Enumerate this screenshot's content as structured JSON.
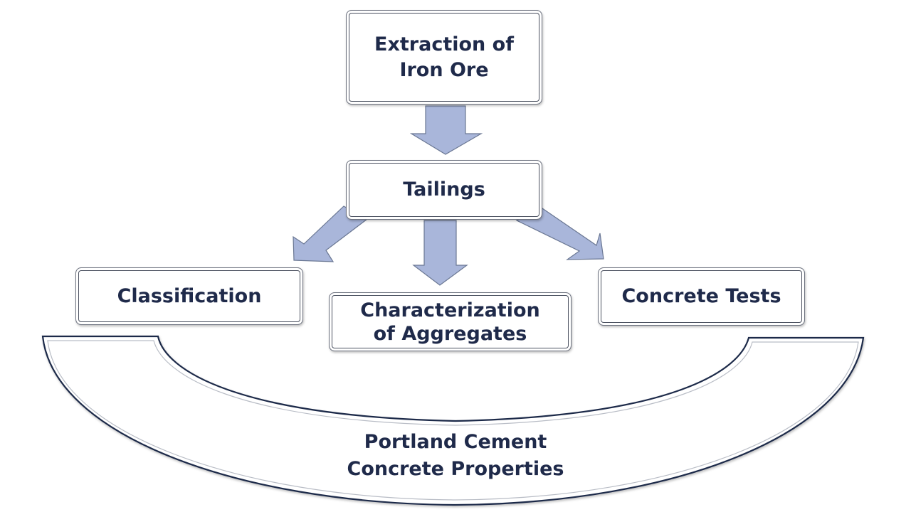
{
  "diagram": {
    "type": "flowchart",
    "colors": {
      "text": "#1f2a4a",
      "arrow_fill": "#a9b6da",
      "arrow_stroke": "#6a7793",
      "box_border": "#4b5160",
      "arc_border": "#1f2a4a"
    },
    "nodes": {
      "extraction": {
        "label": "Extraction of\nIron Ore"
      },
      "tailings": {
        "label": "Tailings"
      },
      "classification": {
        "label": "Classification"
      },
      "characterization": {
        "label": "Characterization\nof Aggregates"
      },
      "concrete_tests": {
        "label": "Concrete Tests"
      },
      "properties": {
        "label": "Portland Cement\nConcrete Properties"
      }
    },
    "edges": [
      {
        "from": "extraction",
        "to": "tailings",
        "icon": "arrow-down-icon"
      },
      {
        "from": "tailings",
        "to": "classification",
        "icon": "arrow-down-left-icon"
      },
      {
        "from": "tailings",
        "to": "characterization",
        "icon": "arrow-down-icon"
      },
      {
        "from": "tailings",
        "to": "concrete_tests",
        "icon": "arrow-down-right-icon"
      }
    ]
  }
}
